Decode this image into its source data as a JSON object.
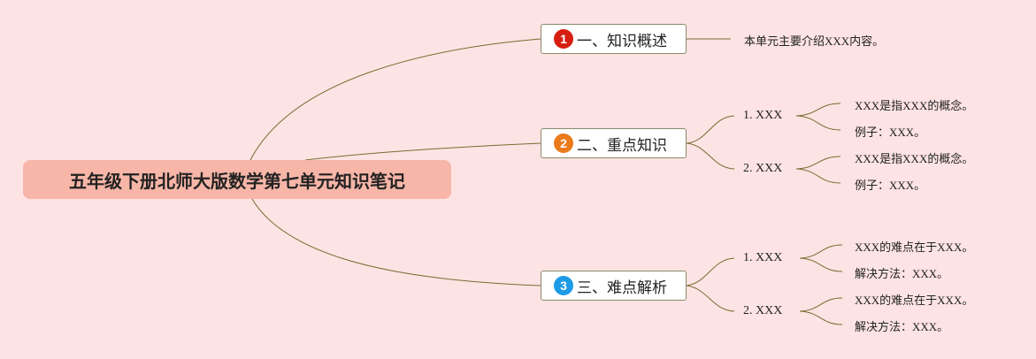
{
  "root": {
    "title": "五年级下册北师大版数学第七单元知识笔记"
  },
  "branches": [
    {
      "badge": "1",
      "label": "一、知识概述",
      "color": "#d61f12"
    },
    {
      "badge": "2",
      "label": "二、重点知识",
      "color": "#ea7a1c"
    },
    {
      "badge": "3",
      "label": "三、难点解析",
      "color": "#1e9be6"
    }
  ],
  "branch1": {
    "leaf": "本单元主要介绍XXX内容。"
  },
  "branch2": {
    "subs": [
      {
        "label": "1. XXX",
        "leaves": [
          "XXX是指XXX的概念。",
          "例子：XXX。"
        ]
      },
      {
        "label": "2. XXX",
        "leaves": [
          "XXX是指XXX的概念。",
          "例子：XXX。"
        ]
      }
    ]
  },
  "branch3": {
    "subs": [
      {
        "label": "1. XXX",
        "leaves": [
          "XXX的难点在于XXX。",
          "解决方法：XXX。"
        ]
      },
      {
        "label": "2. XXX",
        "leaves": [
          "XXX的难点在于XXX。",
          "解决方法：XXX。"
        ]
      }
    ]
  },
  "colors": {
    "background": "#fde3e3",
    "root_fill": "#f7b6a8",
    "line": "#7a6a30"
  }
}
